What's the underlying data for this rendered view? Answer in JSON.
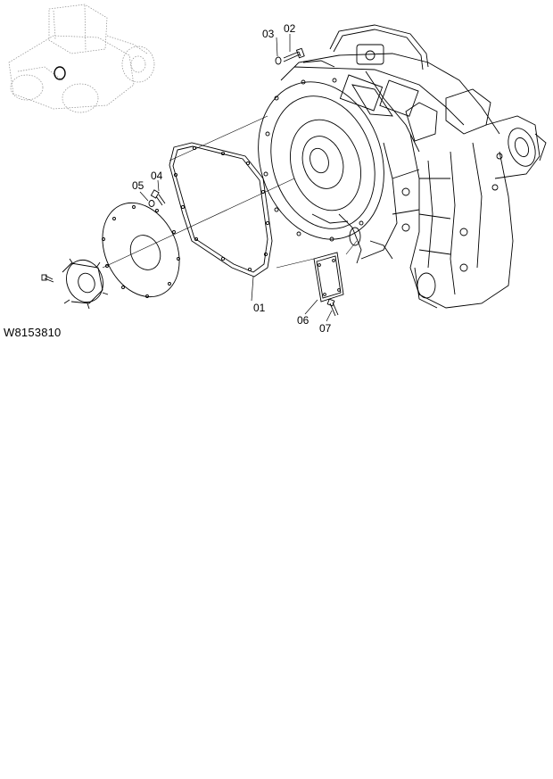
{
  "figure_id": "W8153810",
  "callouts": {
    "p01": "01",
    "p02": "02",
    "p03": "03",
    "p04": "04",
    "p05": "05",
    "p06": "06",
    "p07": "07"
  },
  "colors": {
    "line": "#000000",
    "background": "#ffffff",
    "context_view": "#9a9a9a"
  }
}
